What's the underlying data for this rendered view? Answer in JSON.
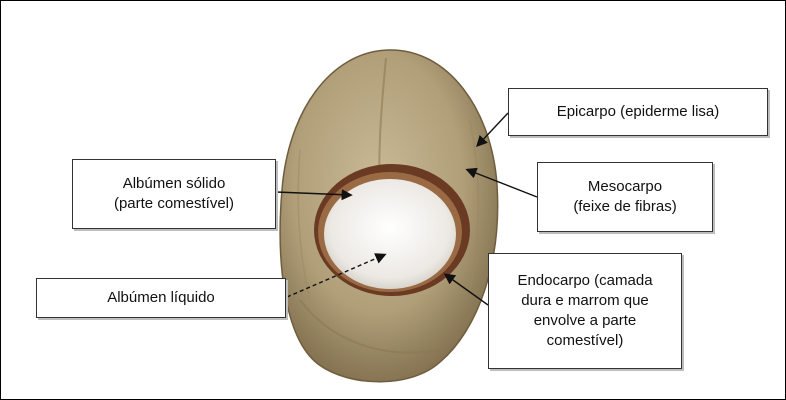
{
  "labels": {
    "epicarpo": {
      "lines": [
        "Epicarpo (epiderme lisa)"
      ]
    },
    "mesocarpo": {
      "lines": [
        "Mesocarpo",
        "(feixe de fibras)"
      ]
    },
    "endocarpo": {
      "lines": [
        "Endocarpo (camada",
        "dura e marrom que",
        "envolve a parte",
        "comestível)"
      ]
    },
    "albumen_solido": {
      "lines": [
        "Albúmen sólido",
        "(parte comestível)"
      ]
    },
    "albumen_liquido": {
      "lines": [
        "Albúmen líquido"
      ]
    }
  },
  "colors": {
    "husk": "#b5a57f",
    "husk_dark": "#8a6f48",
    "shell": "#6b3a22",
    "flesh": "#f2f0ec",
    "pointer": "#111111"
  }
}
